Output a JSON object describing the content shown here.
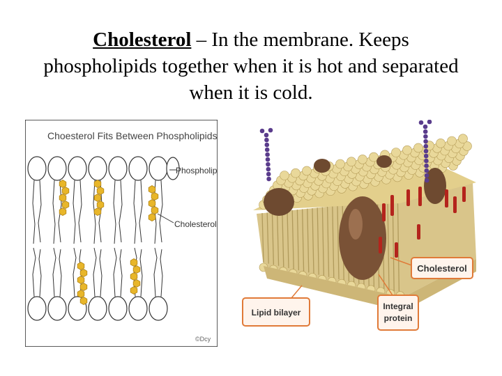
{
  "slide": {
    "title_keyword": "Cholesterol",
    "title_rest": " – In the membrane.  Keeps phospholipids together when it is hot and separated when it is cold."
  },
  "left_diagram": {
    "heading": "Choesterol Fits Between Phospholipids",
    "label_phospholipid": "Phospholipid",
    "label_cholesterol": "Cholesterol",
    "credit": "©Dcy"
  },
  "right_diagram": {
    "label_cholesterol": "Cholesterol",
    "label_lipid_bilayer": "Lipid bilayer",
    "label_integral_line1": "Integral",
    "label_integral_line2": "protein"
  },
  "colors": {
    "cholesterol_yellow": "#e8b62a",
    "head_bead": "#e9d89a",
    "protein_brown": "#7a5236",
    "label_orange": "#e07a38",
    "sugar_purple": "#5a3c8c"
  }
}
